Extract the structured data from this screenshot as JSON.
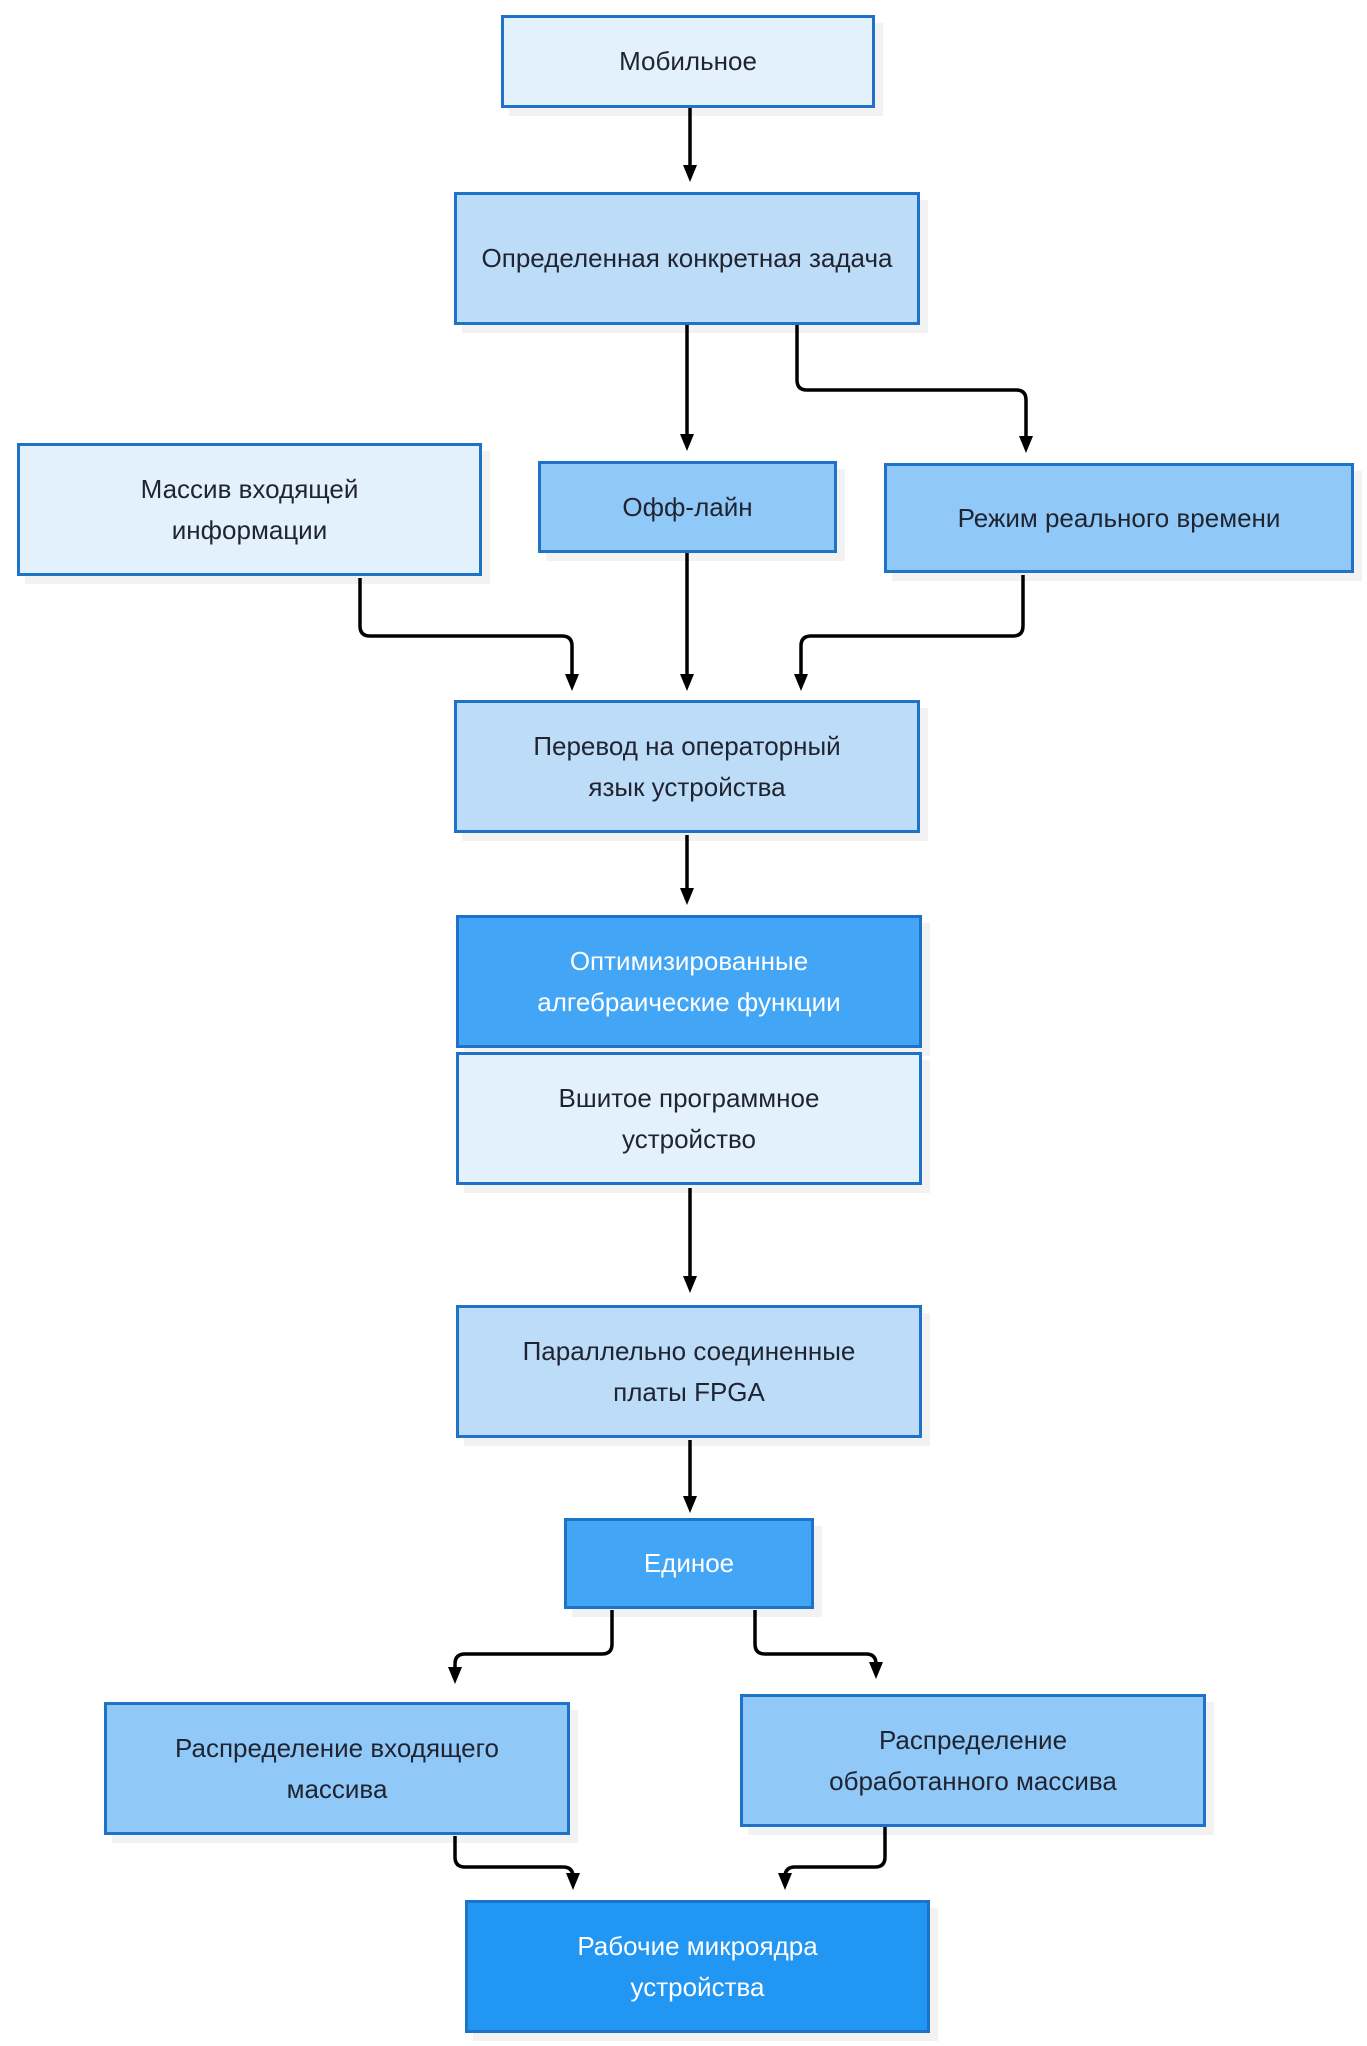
{
  "nodes": {
    "mobile": "Мобильное",
    "specific_task": "Определенная конкретная задача",
    "input_array": "Массив входящей информации",
    "offline": "Офф-лайн",
    "realtime": "Режим реального времени",
    "translation": "Перевод на операторный язык устройства",
    "optimized_functions": "Оптимизированные алгебраические функции",
    "firmware": "Вшитое программное устройство",
    "fpga_boards": "Параллельно соединенные платы FPGA",
    "unified": "Единое",
    "input_distribution": "Распределение входящего массива",
    "processed_distribution": "Распределение обработанного массива",
    "microcores": "Рабочие микроядра устройства"
  },
  "colors": {
    "border": "#1e73c8",
    "level1": "#e3f1fd",
    "level2": "#bcdcf8",
    "level3": "#90c8f8",
    "level4": "#42a5f5",
    "level5": "#2196f3",
    "edge": "#000000"
  },
  "edges": [
    [
      "mobile",
      "specific_task"
    ],
    [
      "specific_task",
      "offline"
    ],
    [
      "specific_task",
      "realtime"
    ],
    [
      "input_array",
      "translation"
    ],
    [
      "offline",
      "translation"
    ],
    [
      "realtime",
      "translation"
    ],
    [
      "translation",
      "optimized_functions"
    ],
    [
      "firmware",
      "fpga_boards"
    ],
    [
      "fpga_boards",
      "unified"
    ],
    [
      "unified",
      "input_distribution"
    ],
    [
      "unified",
      "processed_distribution"
    ],
    [
      "input_distribution",
      "microcores"
    ],
    [
      "processed_distribution",
      "microcores"
    ]
  ]
}
